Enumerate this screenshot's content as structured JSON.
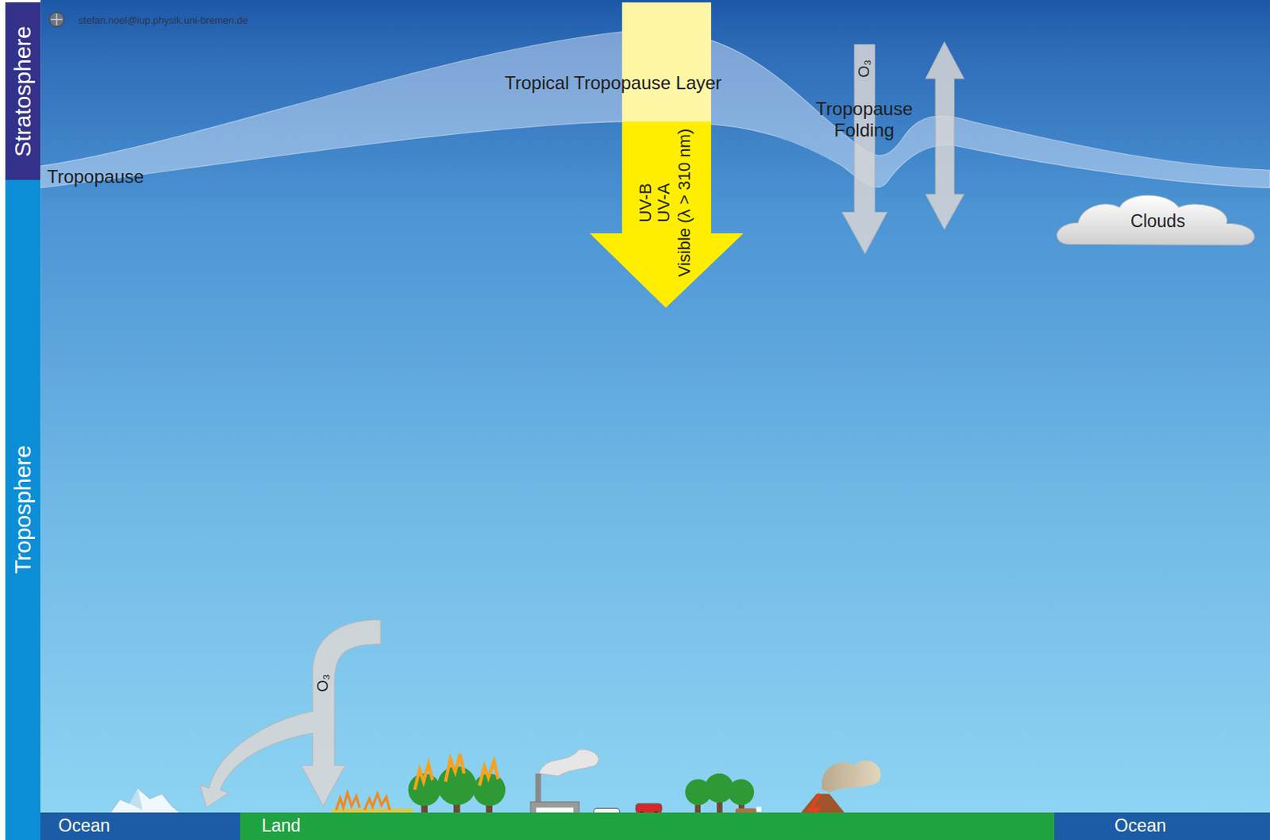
{
  "diagram": {
    "nodes": [
      {
        "text": [
          "Stratosphere"
        ]
      },
      {
        "text": [
          "Troposphere"
        ]
      },
      {
        "text": [
          "Clouds"
        ]
      },
      {
        "text": [
          "Ocean"
        ]
      },
      {
        "text": [
          "Land"
        ]
      },
      {
        "text": [
          "Ocean"
        ]
      }
    ],
    "labels": [
      "stefan.noel@iup.physik.uni-bremen.de",
      "Tropical Tropopause Layer",
      "O₃",
      "Tropopause Folding",
      "Tropopause",
      "UV-B",
      "UV-A",
      "Visible (λ > 310 nm)",
      "O₃"
    ]
  }
}
